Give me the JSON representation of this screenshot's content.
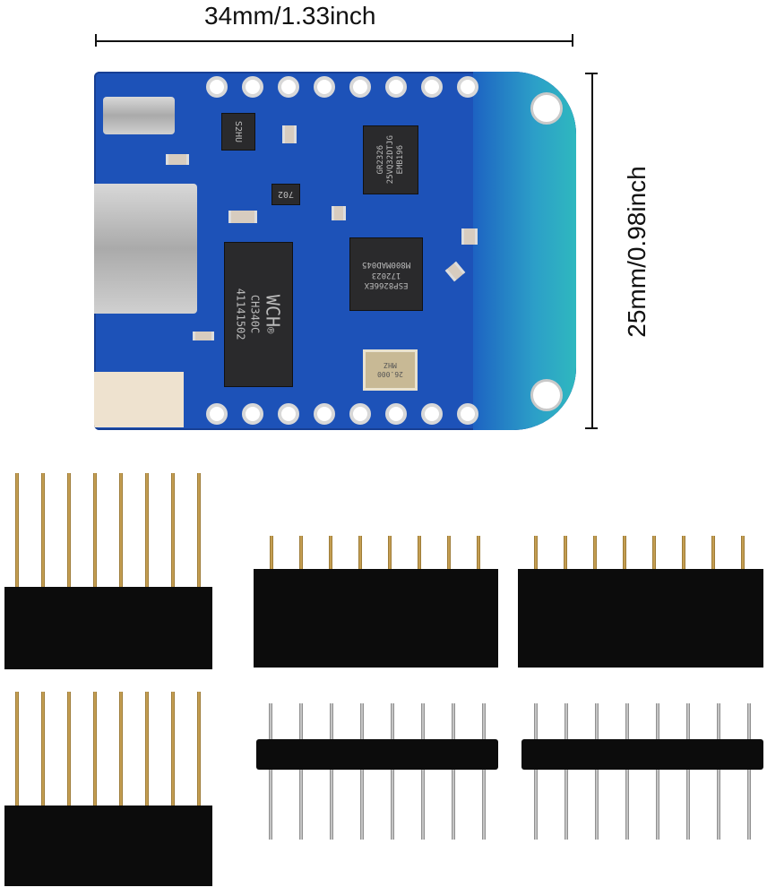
{
  "dimensions": {
    "width_label": "34mm/1.33inch",
    "height_label": "25mm/0.98inch"
  },
  "board": {
    "chips": {
      "usb_serial": {
        "logo": "WCH",
        "registered": "®",
        "model": "CH340C",
        "lot": "41141502"
      },
      "mcu": {
        "line1": "ESP8266EX",
        "line2": "172023",
        "line3": "M800MAD045"
      },
      "flash": {
        "line1": "GR2326",
        "line2": "25VQ32DTJG",
        "line3": "EMB196"
      },
      "crystal": {
        "line1": "26.000",
        "line2": "MHZ"
      },
      "regulator": {
        "marking": "702"
      },
      "small_ic": {
        "marking": "S2HU"
      }
    }
  },
  "colors": {
    "pcb": "#1d52b8",
    "antenna": "#2fb8bf",
    "header": "#0c0c0c",
    "pin_gold": "#c9a050",
    "pin_silver": "#bbbbbb"
  }
}
